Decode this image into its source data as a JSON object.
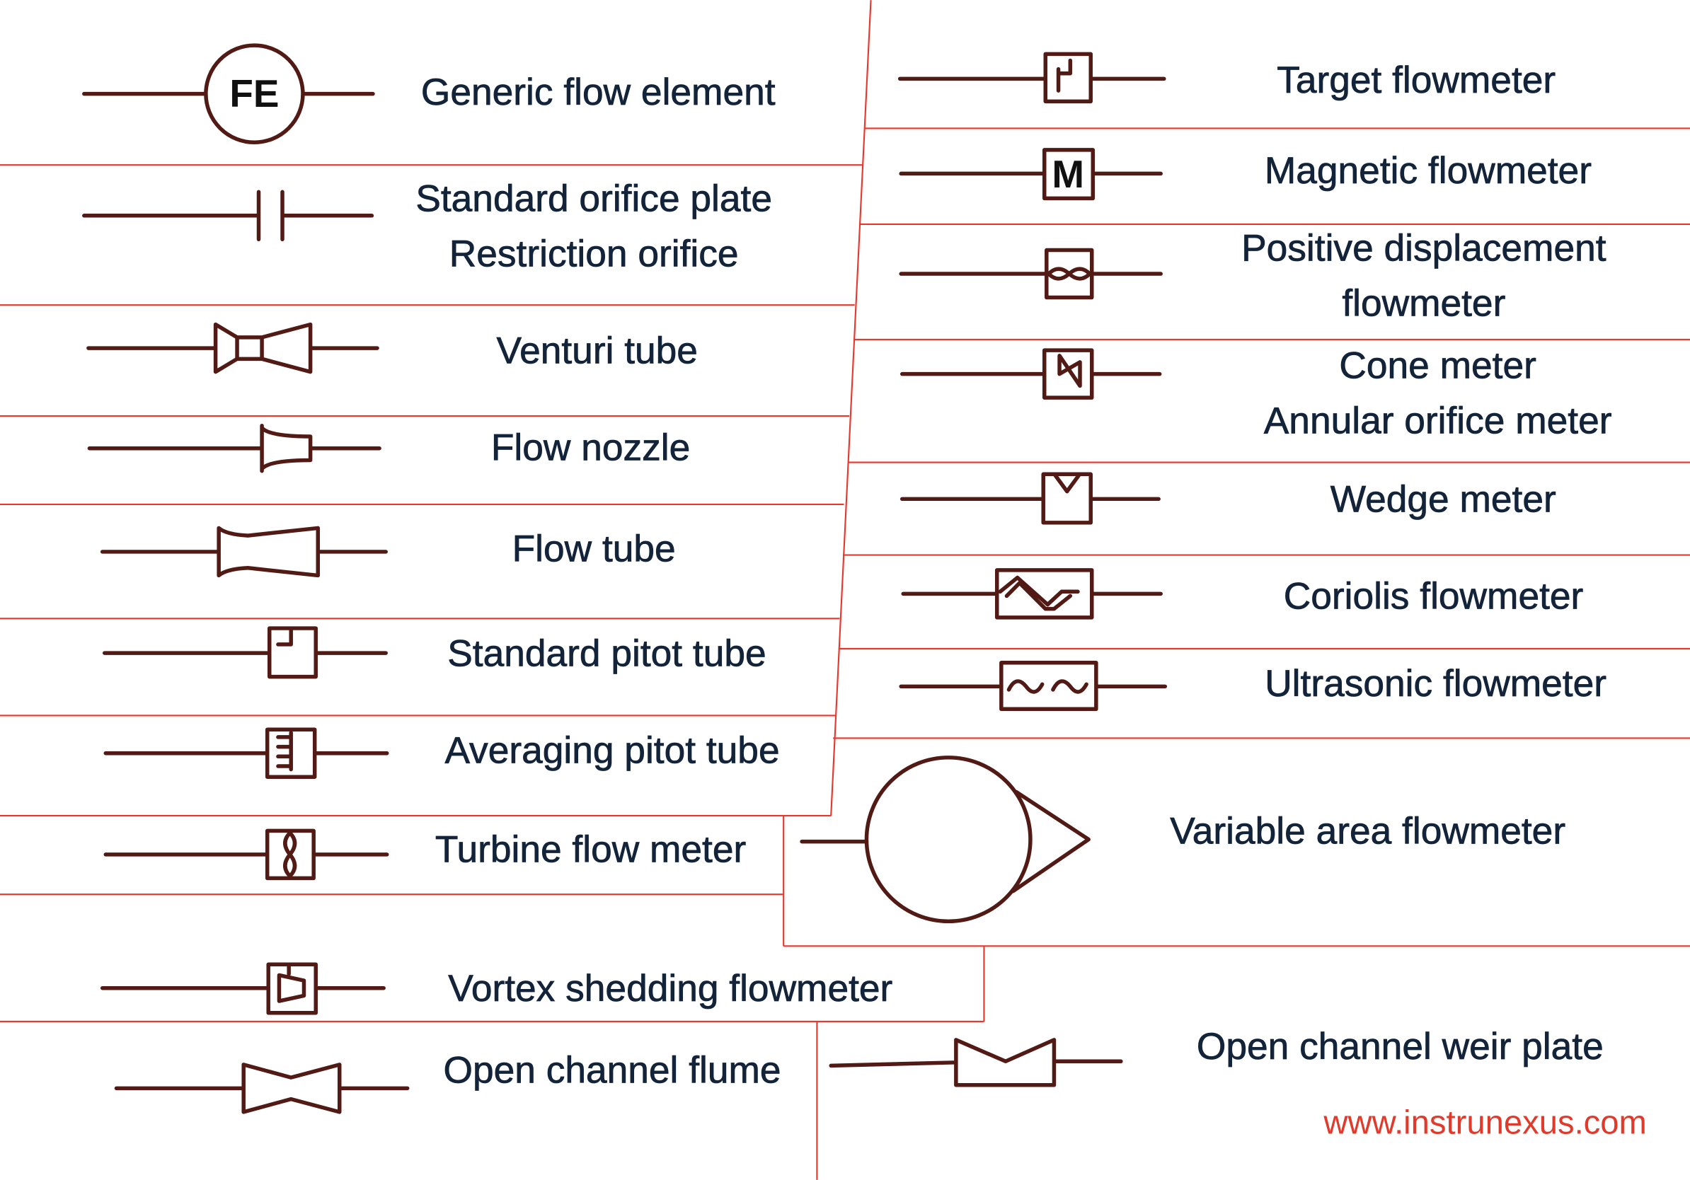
{
  "left": [
    {
      "lines": [
        "Generic flow element"
      ],
      "tag": "FE"
    },
    {
      "lines": [
        "Standard orifice plate",
        "Restriction orifice"
      ]
    },
    {
      "lines": [
        "Venturi tube"
      ]
    },
    {
      "lines": [
        "Flow nozzle"
      ]
    },
    {
      "lines": [
        "Flow tube"
      ]
    },
    {
      "lines": [
        "Standard pitot tube"
      ]
    },
    {
      "lines": [
        "Averaging pitot tube"
      ]
    },
    {
      "lines": [
        "Turbine flow meter"
      ]
    },
    {
      "lines": [
        "Vortex shedding flowmeter"
      ]
    },
    {
      "lines": [
        "Open channel flume"
      ]
    }
  ],
  "right": [
    {
      "lines": [
        "Target flowmeter"
      ]
    },
    {
      "lines": [
        "Magnetic flowmeter"
      ],
      "tag": "M"
    },
    {
      "lines": [
        "Positive displacement",
        "flowmeter"
      ]
    },
    {
      "lines": [
        "Cone meter",
        "Annular orifice meter"
      ]
    },
    {
      "lines": [
        "Wedge meter"
      ]
    },
    {
      "lines": [
        "Coriolis flowmeter"
      ]
    },
    {
      "lines": [
        "Ultrasonic flowmeter"
      ]
    },
    {
      "lines": [
        "Variable area flowmeter"
      ]
    },
    {
      "lines": [
        "Open channel weir plate"
      ]
    }
  ],
  "website": "www.instrunexus.com",
  "colors": {
    "symbol": "#521a14",
    "divider": "#e8372c",
    "text": "#13243a",
    "website": "#e23a2a"
  }
}
